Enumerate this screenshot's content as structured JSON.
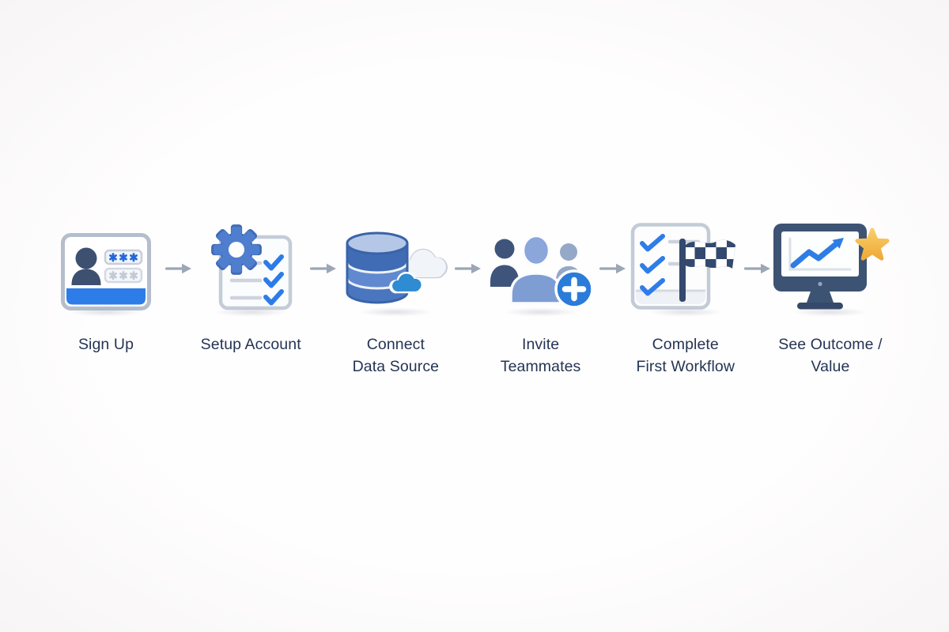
{
  "page": {
    "background": "#fdfcfc"
  },
  "flow": {
    "steps": [
      {
        "id": "sign-up",
        "label": "Sign Up",
        "icon": "id-card-icon"
      },
      {
        "id": "setup-account",
        "label": "Setup Account",
        "icon": "gear-checklist-icon"
      },
      {
        "id": "connect-data-source",
        "label": "Connect\nData Source",
        "icon": "database-cloud-icon"
      },
      {
        "id": "invite-teammates",
        "label": "Invite\nTeammates",
        "icon": "team-add-icon"
      },
      {
        "id": "complete-first-workflow",
        "label": "Complete\nFirst Workflow",
        "icon": "checklist-flag-icon"
      },
      {
        "id": "see-outcome-value",
        "label": "See Outcome /\nValue",
        "icon": "monitor-chart-star-icon"
      }
    ],
    "connector_icon": "arrow-right-icon",
    "colors": {
      "label_text": "#243454",
      "arrow_gray": "#9ba6b6",
      "accent_blue": "#2e7ce8",
      "mid_blue": "#4e7ecd",
      "dark_navy": "#33496e",
      "slate_frame": "#3d5373",
      "person_dark": "#3e547a",
      "person_light": "#7e9dd3",
      "teal_cloud_blue": "#2f8bd2",
      "database_blue": "#3f6cb5",
      "gold_star": "#f3b845",
      "light_border": "#c3cbd7"
    }
  }
}
